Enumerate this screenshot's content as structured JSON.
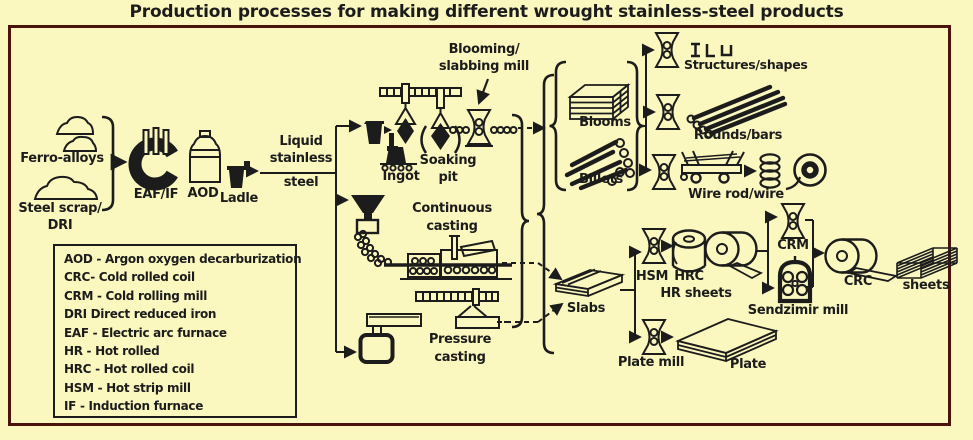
{
  "title": "Production processes for making different wrought stainless-steel products",
  "colors": {
    "background": "#FBF8BF",
    "frame_border": "#4a140c",
    "ink": "#1c1c1c"
  },
  "labels": {
    "ferro_alloys": "Ferro-alloys",
    "steel_scrap": "Steel scrap/",
    "dri": "DRI",
    "eaf_if": "EAF/IF",
    "aod": "AOD",
    "ladle": "Ladle",
    "liquid_1": "Liquid",
    "liquid_2": "stainless",
    "liquid_3": "steel",
    "ingot": "Ingot",
    "soaking_1": "Soaking",
    "soaking_2": "pit",
    "blooming_1": "Blooming/",
    "blooming_2": "slabbing mill",
    "continuous_1": "Continuous",
    "continuous_2": "casting",
    "pressure_1": "Pressure",
    "pressure_2": "casting",
    "blooms": "Blooms",
    "billets": "Billets",
    "slabs": "Slabs",
    "structures": "Structures/shapes",
    "rounds": "Rounds/bars",
    "wire": "Wire rod/wire",
    "hsm": "HSM",
    "hrc": "HRC",
    "hr_sheets": "HR sheets",
    "crm": "CRM",
    "sendzimir": "Sendzimir mill",
    "crc": "CRC",
    "sheets": "sheets",
    "plate_mill": "Plate mill",
    "plate": "Plate"
  },
  "legend": {
    "items": [
      "AOD - Argon oxygen decarburization",
      "CRC- Cold rolled coil",
      "CRM - Cold rolling mill",
      "DRI Direct reduced iron",
      "EAF - Electric arc furnace",
      "HR - Hot rolled",
      "HRC - Hot rolled coil",
      "HSM - Hot strip mill",
      "IF - Induction furnace"
    ]
  }
}
